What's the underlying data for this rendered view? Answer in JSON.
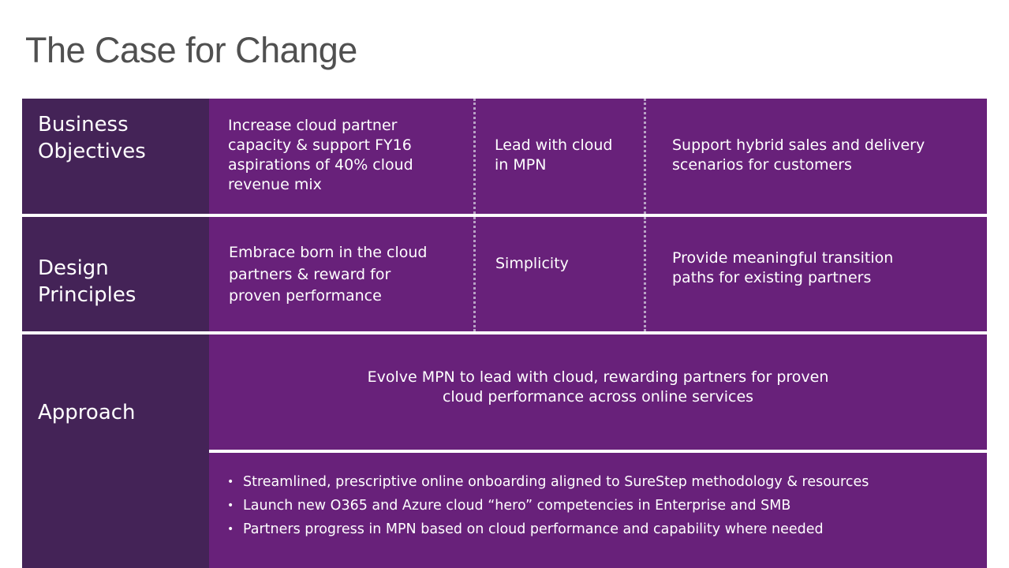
{
  "title": "The Case for Change",
  "rows": {
    "objectives": {
      "label_line1": "Business",
      "label_line2": "Objectives",
      "cells": [
        [
          "Increase cloud partner",
          "capacity & support FY16",
          "aspirations of 40% cloud",
          "revenue mix"
        ],
        [
          "Lead with cloud",
          "in MPN"
        ],
        [
          "Support hybrid sales and delivery",
          "scenarios for customers"
        ]
      ]
    },
    "principles": {
      "label_line1": "Design",
      "label_line2": "Principles",
      "cells": [
        [
          "Embrace born in the cloud",
          "partners & reward for",
          "proven performance"
        ],
        [
          "Simplicity"
        ],
        [
          "Provide meaningful transition",
          "paths for existing partners"
        ]
      ]
    },
    "approach": {
      "label": "Approach",
      "statement_line1": "Evolve MPN to lead with cloud, rewarding partners for proven",
      "statement_line2": "cloud performance across online services",
      "bullets": [
        "Streamlined, prescriptive online onboarding aligned to SureStep methodology & resources",
        "Launch new O365 and Azure cloud “hero” competencies in Enterprise and SMB",
        "Partners progress in MPN based on cloud performance and capability where needed"
      ]
    }
  },
  "colors": {
    "label_bg": "#442357",
    "content_bg": "#68217a",
    "title_text": "#505050",
    "divider": "#b9a3c6"
  }
}
